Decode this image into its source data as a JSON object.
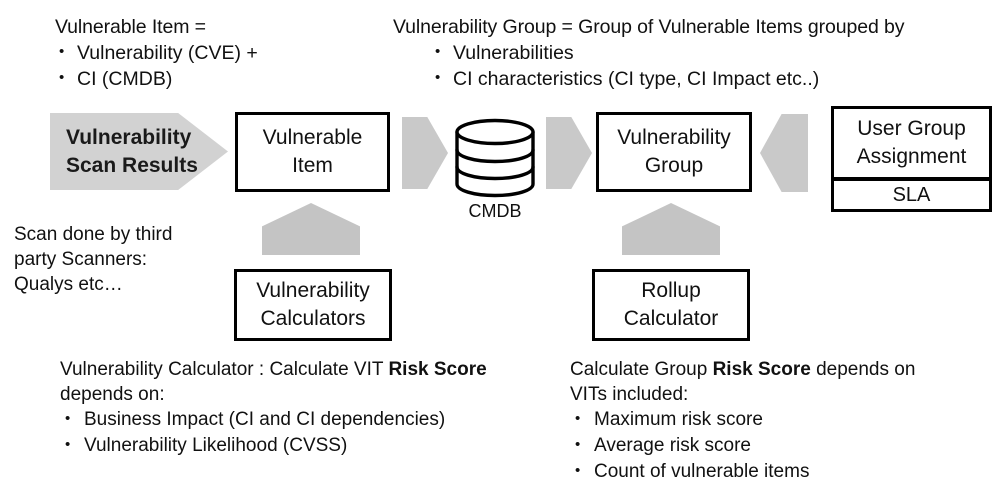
{
  "definitions": {
    "vulnerable_item": {
      "heading": "Vulnerable Item =",
      "items": [
        "Vulnerability (CVE)  +",
        "CI (CMDB)"
      ]
    },
    "vulnerability_group": {
      "heading": "Vulnerability Group = Group of Vulnerable Items grouped by",
      "items": [
        "Vulnerabilities",
        "CI characteristics (CI type, CI Impact etc..)"
      ]
    }
  },
  "flow": {
    "scan_results": {
      "line1": "Vulnerability",
      "line2": "Scan Results"
    },
    "vulnerable_item_box": {
      "line1": "Vulnerable",
      "line2": "Item"
    },
    "cmdb": {
      "caption": "CMDB"
    },
    "vulnerability_group_box": {
      "line1": "Vulnerability",
      "line2": "Group"
    },
    "user_group_box": {
      "line1": "User Group",
      "line2": "Assignment"
    },
    "sla_box": {
      "label": "SLA"
    },
    "vulnerability_calculators_box": {
      "line1": "Vulnerability",
      "line2": "Calculators"
    },
    "rollup_calculator_box": {
      "line1": "Rollup",
      "line2": "Calculator"
    }
  },
  "notes": {
    "scan_source": {
      "line1": "Scan done by third",
      "line2": "party Scanners:",
      "line3": "Qualys etc…"
    },
    "vulnerability_calculator": {
      "head_pre": "Vulnerability Calculator : Calculate VIT ",
      "head_bold": "Risk Score",
      "head_post": "",
      "head_line2": "depends on:",
      "items": [
        "Business Impact (CI and CI dependencies)",
        "Vulnerability Likelihood (CVSS)"
      ]
    },
    "rollup_calculator": {
      "head_pre": "Calculate Group ",
      "head_bold": "Risk Score",
      "head_post": " depends on",
      "head_line2": "VITs included:",
      "items": [
        "Maximum risk score",
        "Average risk score",
        "Count of vulnerable items"
      ]
    }
  },
  "colors": {
    "arrow_gray": "#c9c9c9",
    "banner_gray": "#d2d2d2",
    "pentagon_gray": "#c4c4c4",
    "box_border": "#000000",
    "text": "#111111"
  }
}
